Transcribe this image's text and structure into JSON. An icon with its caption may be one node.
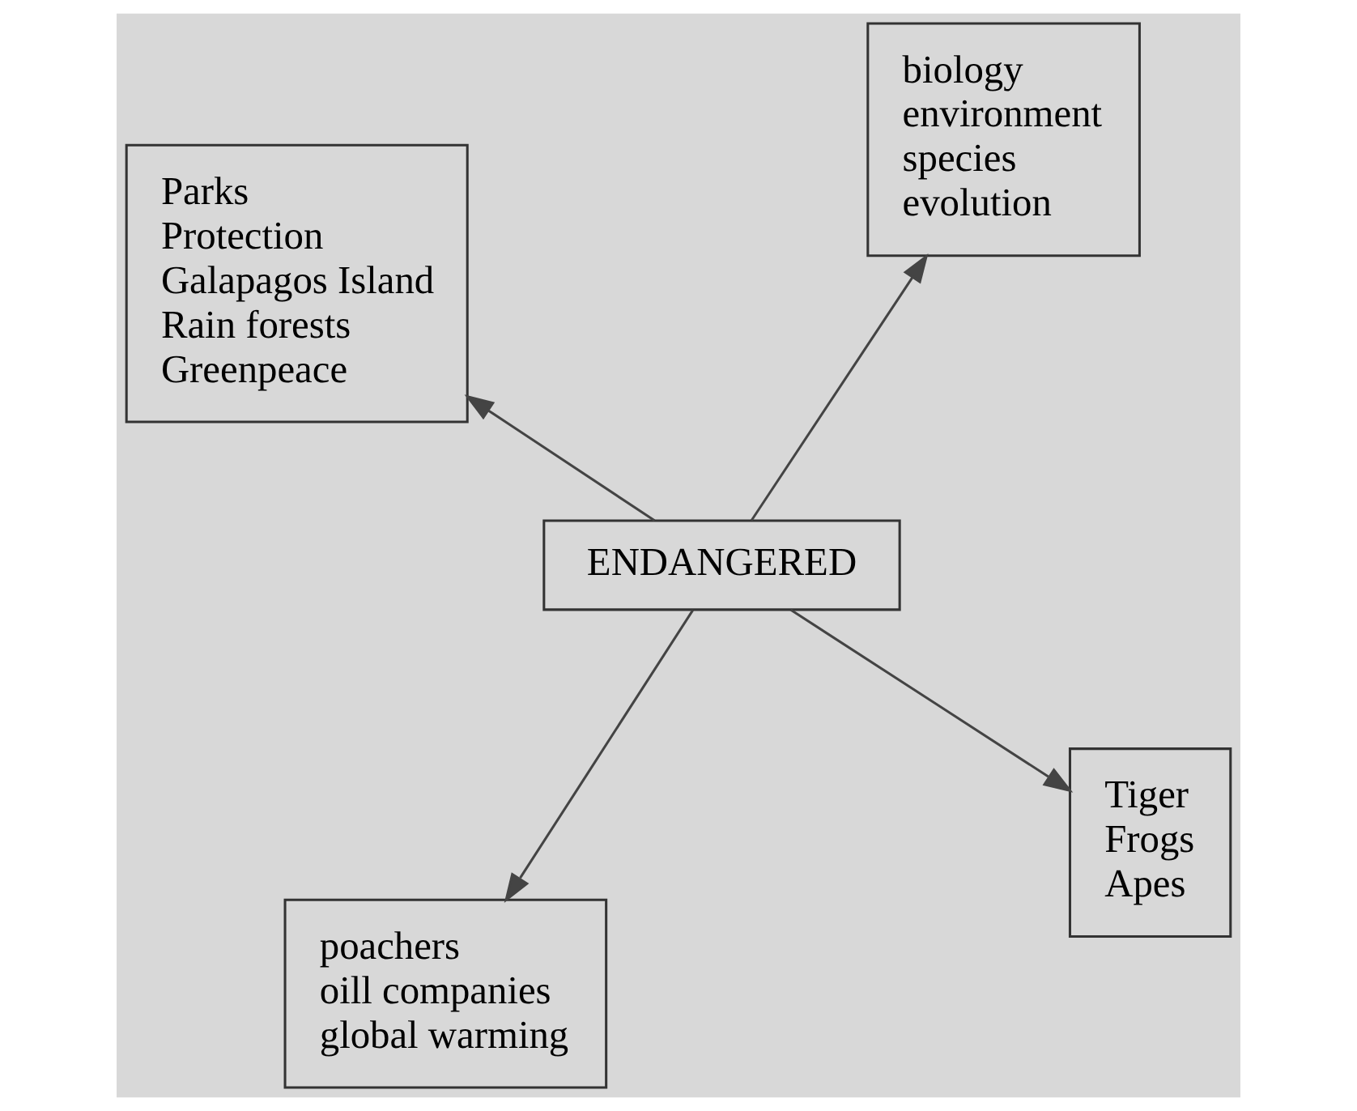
{
  "diagram": {
    "nodes": [
      {
        "text": [
          "ENDANGERED"
        ]
      },
      {
        "text": [
          "Tiger",
          "Frogs",
          "Apes"
        ]
      },
      {
        "text": [
          "poachers",
          "oill companies",
          "global warming"
        ]
      },
      {
        "text": [
          "Parks",
          "Protection",
          "Galapagos Island",
          "Rain forests",
          "Greenpeace"
        ]
      },
      {
        "text": [
          "biology",
          "environment",
          "species",
          "evolution"
        ]
      }
    ],
    "edges": [
      {
        "from": 0,
        "to": 1,
        "arrow": "to"
      },
      {
        "from": 0,
        "to": 2,
        "arrow": "to"
      },
      {
        "from": 0,
        "to": 3,
        "arrow": "to"
      },
      {
        "from": 0,
        "to": 4,
        "arrow": "to"
      }
    ]
  }
}
